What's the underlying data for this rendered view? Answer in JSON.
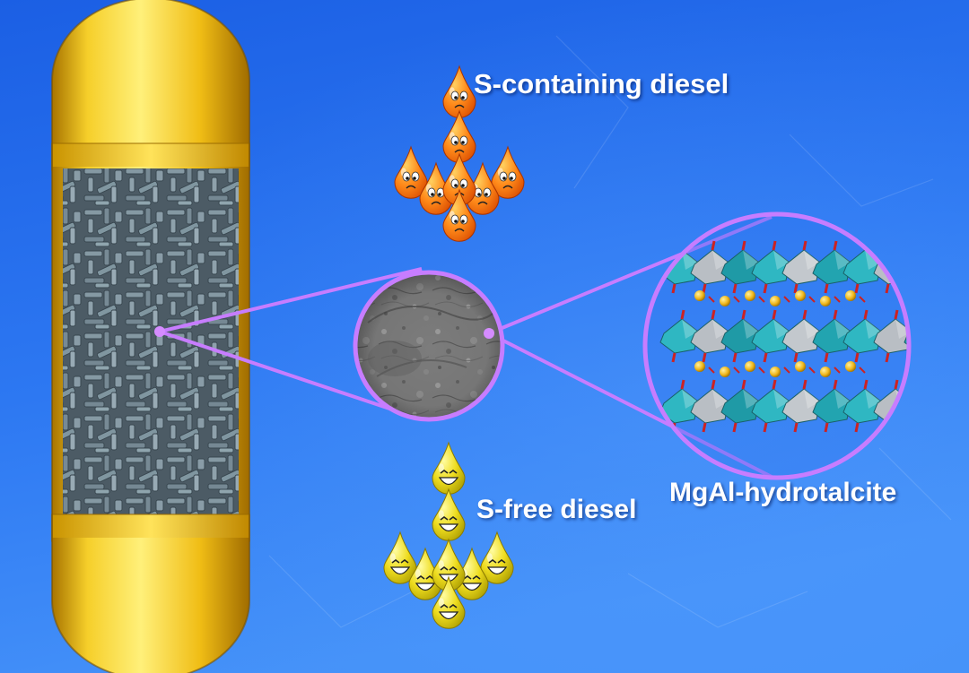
{
  "labels": {
    "s_containing": "S-containing diesel",
    "s_free": "S-free diesel",
    "hydrotalcite": "MgAl-hydrotalcite"
  },
  "colors": {
    "background_top": "#1f64e6",
    "background_bottom": "#3d8bf8",
    "reactor_gold": "#f2c21c",
    "reactor_gold_dark": "#b88400",
    "connector_purple": "#c77dff",
    "drop_orange": "#ff7a12",
    "drop_yellow": "#e9d81a",
    "octahedra_teal": "#2fb7c2",
    "octahedra_gray": "#b9bec4",
    "interlayer_ball": "#f0b81e"
  },
  "icons": {
    "sad_drop": "sad-orange-drop-icon",
    "happy_drop": "happy-yellow-drop-icon"
  }
}
